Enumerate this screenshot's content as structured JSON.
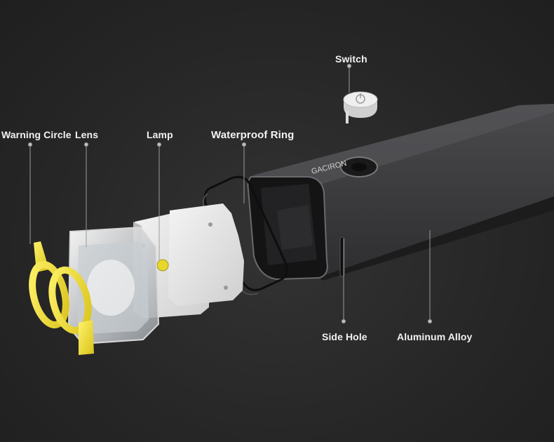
{
  "labels": {
    "switch": "Switch",
    "warning_circle": "Warning Circle",
    "lens": "Lens",
    "lamp": "Lamp",
    "waterproof_ring": "Waterproof  Ring",
    "side_hole": "Side Hole",
    "aluminum_alloy": "Aluminum Alloy"
  },
  "brand_mark": "GACIRON",
  "colors": {
    "background": "#2a2a2a",
    "warning_circle": "#e8d62a",
    "label_text": "#f2f2f2",
    "leader_line": "#9a9a9a",
    "body": "#3a3a3c"
  }
}
